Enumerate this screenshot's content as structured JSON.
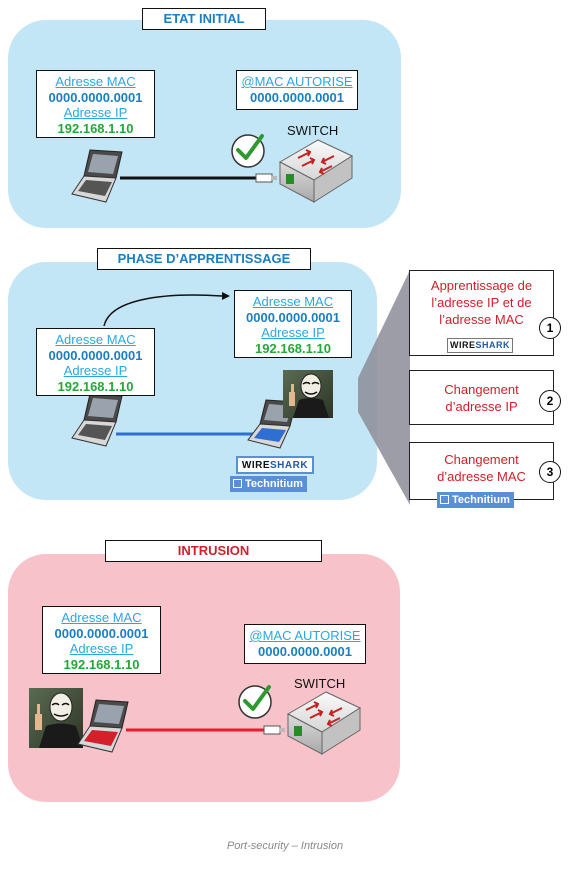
{
  "panels": {
    "initial": {
      "title": "ETAT INITIAL",
      "host": {
        "mac_label": "Adresse MAC",
        "mac_value": "0000.0000.0001",
        "ip_label": "Adresse IP",
        "ip_value": "192.168.1.10"
      },
      "switch_table": {
        "label": "@MAC AUTORISE",
        "value": "0000.0000.0001"
      },
      "switch_label": "SWITCH"
    },
    "learning": {
      "title": "PHASE D’APPRENTISSAGE",
      "host": {
        "mac_label": "Adresse MAC",
        "mac_value": "0000.0000.0001",
        "ip_label": "Adresse IP",
        "ip_value": "192.168.1.10"
      },
      "learned": {
        "mac_label": "Adresse MAC",
        "mac_value": "0000.0000.0001",
        "ip_label": "Adresse IP",
        "ip_value": "192.168.1.10"
      },
      "wireshark_logo": {
        "part1": "WIRE",
        "part2": "SHARK"
      },
      "technitium_logo": "Technitium",
      "steps": [
        {
          "number": "1",
          "text_lines": [
            "Apprentissage de",
            "l’adresse IP et de",
            "l’adresse MAC"
          ]
        },
        {
          "number": "2",
          "text_lines": [
            "Changement",
            "d’adresse IP"
          ]
        },
        {
          "number": "3",
          "text_lines": [
            "Changement",
            "d’adresse MAC"
          ]
        }
      ]
    },
    "intrusion": {
      "title": "INTRUSION",
      "host": {
        "mac_label": "Adresse MAC",
        "mac_value": "0000.0000.0001",
        "ip_label": "Adresse IP",
        "ip_value": "192.168.1.10"
      },
      "switch_table": {
        "label": "@MAC AUTORISE",
        "value": "0000.0000.0001"
      },
      "switch_label": "SWITCH"
    }
  },
  "caption": "Port-security – Intrusion",
  "colors": {
    "panel_blue": "#c3e6f7",
    "panel_pink": "#f7c2c9",
    "link_blue": "#29a8e0",
    "mac_blue": "#1a7fc0",
    "ip_green": "#22a83a",
    "alert_red": "#d0202a",
    "cable_black": "#111111",
    "cable_blue": "#2e6fd1",
    "cable_red": "#e0202a"
  }
}
